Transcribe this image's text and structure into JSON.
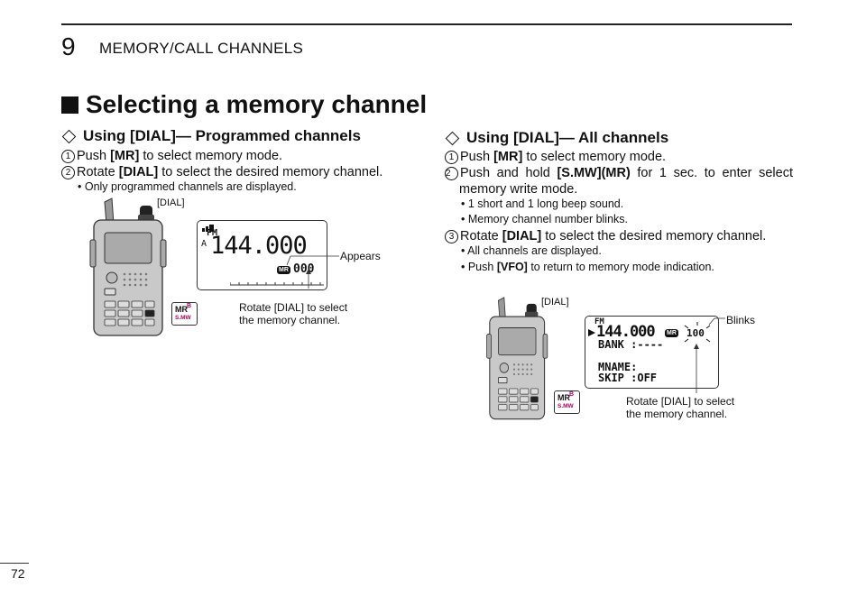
{
  "header": {
    "chapter_number": "9",
    "chapter_title": "MEMORY/CALL CHANNELS"
  },
  "section_title": "Selecting a memory channel",
  "left": {
    "subtitle": "Using [DIAL]— Programmed channels",
    "steps": [
      {
        "num": "1",
        "pre": "Push ",
        "key": "[MR]",
        "post": " to select memory mode."
      },
      {
        "num": "2",
        "pre": "Rotate ",
        "key": "[DIAL]",
        "post": " to select the desired memory channel."
      }
    ],
    "bullets": [
      "• Only programmed channels are displayed."
    ],
    "figure": {
      "dial_label": "[DIAL]",
      "lcd_mode": "FM",
      "lcd_frequency": "144.000",
      "lcd_mr_badge": "MR",
      "lcd_channel": "000",
      "lcd_marker": "A",
      "callout_appears": "Appears",
      "callout_rotate_1": "Rotate [DIAL] to select",
      "callout_rotate_2": "the memory channel.",
      "key_mr": "MR",
      "key_b": "B",
      "key_smw": "S.MW"
    }
  },
  "right": {
    "subtitle": "Using [DIAL]— All channels",
    "step1": {
      "num": "1",
      "pre": "Push ",
      "key": "[MR]",
      "post": " to select memory mode."
    },
    "step2": {
      "num": "2",
      "pre": "Push and hold ",
      "key": "[S.MW](MR)",
      "post": " for 1 sec. to enter select",
      "line2": "memory write mode."
    },
    "bullets_a": [
      "• 1 short and 1 long beep sound.",
      "• Memory channel number blinks."
    ],
    "step3": {
      "num": "3",
      "pre": "Rotate ",
      "key": "[DIAL]",
      "post": " to select the desired memory channel."
    },
    "bullet_b1": "• All channels are displayed.",
    "bullet_b2": {
      "pre": "• Push ",
      "key": "[VFO]",
      "post": " to return to memory mode indication."
    },
    "figure": {
      "dial_label": "[DIAL]",
      "lcd_mode": "FM",
      "lcd_frequency": "144.000",
      "lcd_mr_badge": "MR",
      "lcd_channel": "100",
      "lcd_line_bank": "BANK :----",
      "lcd_line_mname": "MNAME:",
      "lcd_line_skip": "SKIP :OFF",
      "callout_blinks": "Blinks",
      "callout_rotate_1": "Rotate [DIAL] to select",
      "callout_rotate_2": "the memory channel.",
      "key_mr": "MR",
      "key_b": "B",
      "key_smw": "S.MW"
    }
  },
  "footer": {
    "page_number": "72"
  }
}
